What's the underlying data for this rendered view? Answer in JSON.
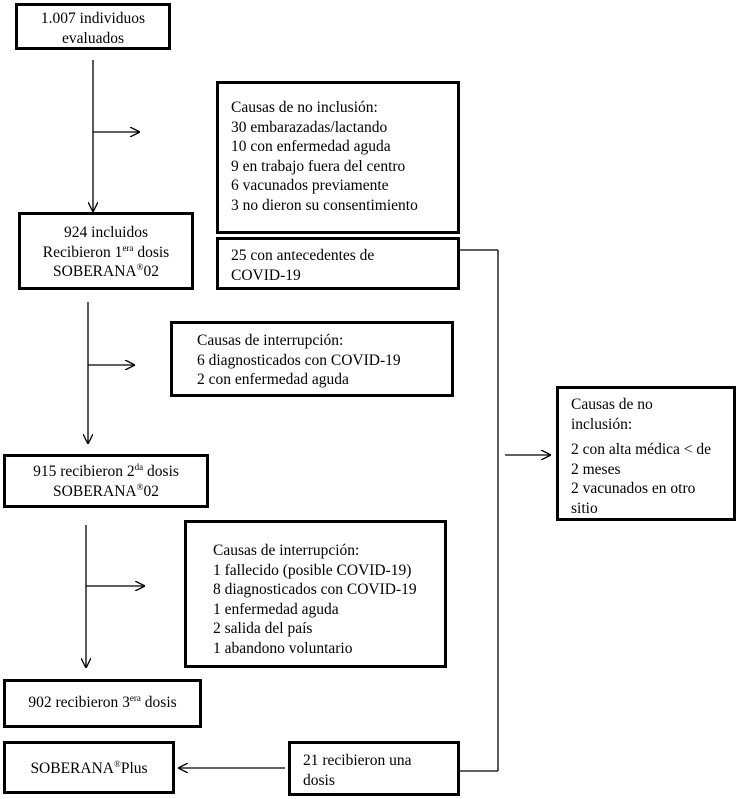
{
  "evaluated": {
    "line1": "1.007 individuos",
    "line2": "evaluados"
  },
  "no_inclusion_1": {
    "title": "Causas de no inclusión:",
    "items": [
      "30 embarazadas/lactando",
      "10 con enfermedad aguda",
      "9 en trabajo fuera del centro",
      "6 vacunados previamente",
      "3 no dieron su consentimiento"
    ]
  },
  "included": {
    "line1": "924 incluidos",
    "line2_pre": "Recibieron 1",
    "line2_sup": "era",
    "line2_post": " dosis",
    "line3_pre": "SOBERANA",
    "line3_sup": "®",
    "line3_post": "02"
  },
  "covid_history": {
    "line1": "25 con antecedentes de",
    "line2": "COVID-19"
  },
  "interruption_1": {
    "title": "Causas de interrupción:",
    "items": [
      "6 diagnosticados con COVID-19",
      "2 con enfermedad aguda"
    ]
  },
  "second_dose": {
    "line1_pre": "915 recibieron 2",
    "line1_sup": "da",
    "line1_post": " dosis",
    "line2_pre": "SOBERANA",
    "line2_sup": "®",
    "line2_post": "02"
  },
  "no_inclusion_2": {
    "title_line1": "Causas de no",
    "title_line2": "inclusión:",
    "items": [
      "2 con alta médica < de",
      "2 meses",
      "2 vacunados en otro",
      "sitio"
    ]
  },
  "interruption_2": {
    "title": "Causas de interrupción:",
    "items": [
      "1 fallecido (posible COVID-19)",
      "8 diagnosticados con COVID-19",
      "1 enfermedad aguda",
      "2 salida del país",
      "1 abandono voluntario"
    ]
  },
  "third_dose": {
    "pre": "902 recibieron 3",
    "sup": "era",
    "post": " dosis"
  },
  "plus": {
    "pre": "SOBERANA",
    "sup": "®",
    "post": "Plus"
  },
  "one_dose": {
    "line1": "21 recibieron una",
    "line2": "dosis"
  }
}
